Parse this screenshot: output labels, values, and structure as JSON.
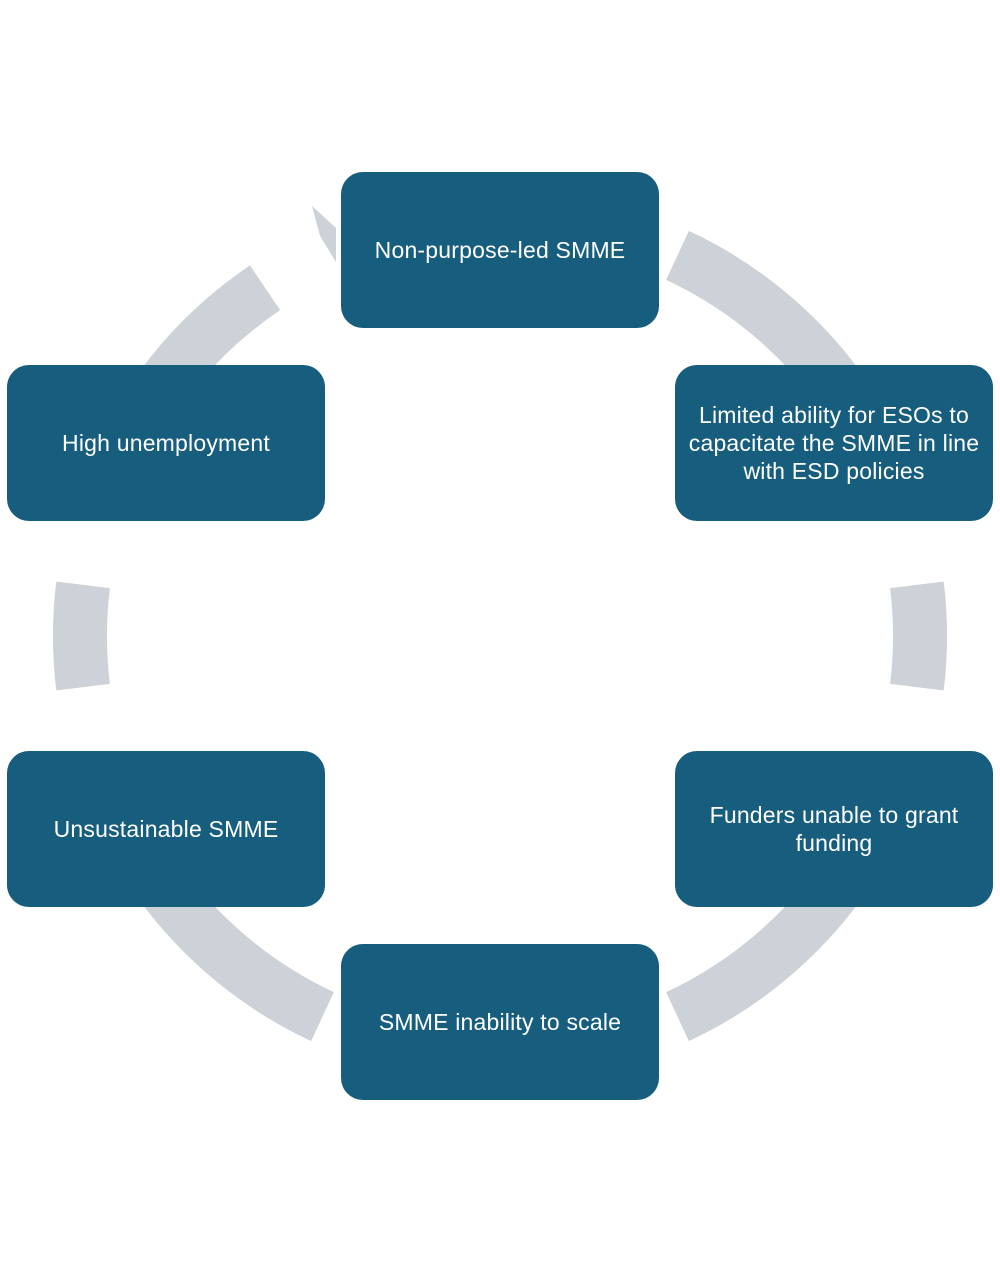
{
  "colors": {
    "box_fill": "#175E7E",
    "box_text": "#FFFFFF",
    "cycle_arrow": "#CDD2D8",
    "background": "#FFFFFF"
  },
  "cycle": {
    "direction": "clockwise",
    "steps": [
      {
        "label": "Non-purpose-led SMME"
      },
      {
        "label": "Limited ability for ESOs to capacitate the SMME in line with ESD policies"
      },
      {
        "label": "Funders unable to grant funding"
      },
      {
        "label": "SMME inability to scale"
      },
      {
        "label": "Unsustainable SMME"
      },
      {
        "label": "High unemployment"
      }
    ]
  }
}
